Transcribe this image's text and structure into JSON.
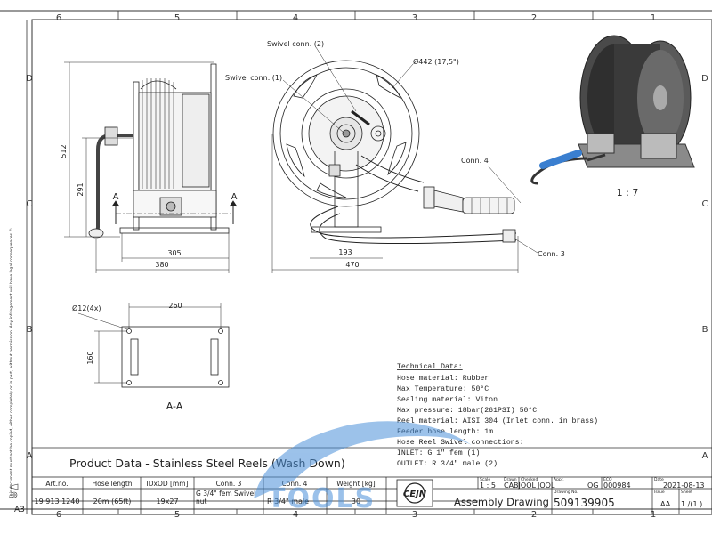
{
  "grid": {
    "columns": [
      "6",
      "5",
      "4",
      "3",
      "2",
      "1"
    ],
    "rows": [
      "D",
      "C",
      "B",
      "A"
    ]
  },
  "labels": {
    "swivel_conn_2": "Swivel conn. (2)",
    "swivel_conn_1": "Swivel conn. (1)",
    "diameter": "Ø442 (17,5\")",
    "conn_4": "Conn. 4",
    "conn_3": "Conn. 3",
    "section_a_left": "A",
    "section_a_right": "A",
    "section_view": "A-A",
    "scale_iso": "1 : 7",
    "holes": "Ø12(4x)"
  },
  "dimensions": {
    "height_total": "512",
    "height_axis": "291",
    "width_305": "305",
    "width_380": "380",
    "width_193": "193",
    "width_470": "470",
    "base_260": "260",
    "base_160": "160"
  },
  "technical_data": {
    "title": "Technical Data:",
    "lines": [
      "Hose material: Rubber",
      "Max Temperature: 50°C",
      "Sealing material: Viton",
      "Max pressure: 18bar(261PSI) 50°C",
      "Reel material: AISI 304 (Inlet conn. in brass)",
      "Feeder hose length: 1m",
      "Hose Reel Swivel connections:",
      "INLET: G 1\" fem (1)",
      "OUTLET: R 3/4\" male (2)"
    ]
  },
  "disclaimer": "This document must not be copied, either completely or in part, without permission. Any infringement will have legal consequences ©",
  "sheet_size": "A3",
  "title_block": {
    "product": "Product Data - Stainless Steel Reels (Wash Down)",
    "headers": [
      "Art.no.",
      "Hose length",
      "IDxOD [mm]",
      "Conn. 3",
      "Conn. 4",
      "Weight [kg]"
    ],
    "row": [
      "19 913 1240",
      "20m (65ft)",
      "19x27",
      "G 3/4\" fem Swivel nut",
      "R 3/4\" male",
      "30"
    ],
    "scale_label": "Scale",
    "scale": "1 : 5",
    "drawn_label": "Drawn",
    "drawn": "CABJOOL",
    "checked_label": "Checked",
    "checked": "JOOL",
    "appr_label": "Appr.",
    "appr": "OG",
    "eco_label": "ECO",
    "eco": "000984",
    "date_label": "Date",
    "date": "2021-08-13",
    "drawing_type": "Assembly Drawing",
    "drawing_no_label": "Drawing No.",
    "drawing_no": "509139905",
    "issue_label": "Issue",
    "issue": "AA",
    "sheet_label": "Sheet",
    "sheet": "1 /(1 )",
    "logo": "CEJN",
    "watermark": "TOOLS"
  },
  "colors": {
    "line": "#222222",
    "watermark": "#4a90d9",
    "hose_blue": "#3a7fd0"
  }
}
